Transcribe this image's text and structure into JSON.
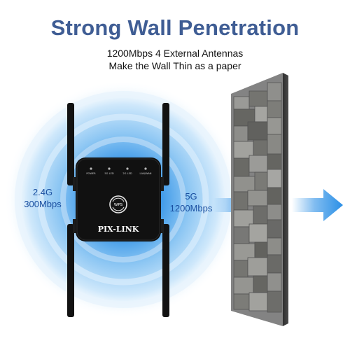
{
  "title": "Strong Wall Penetration",
  "subtitle": {
    "line1": "1200Mbps 4 External Antennas",
    "line2": "Make the Wall Thin as a paper"
  },
  "bands": {
    "left": {
      "name": "2.4G",
      "speed": "300Mbps"
    },
    "right": {
      "name": "5G",
      "speed": "1200Mbps"
    }
  },
  "device": {
    "brand": "PIX-LINK",
    "button": "WPS",
    "leds": [
      "POWER",
      "5G LED",
      "2G LED",
      "LAN/WAN"
    ]
  },
  "colors": {
    "title": "#3f5d94",
    "band_text": "#1a4fa0",
    "arrow": "#2a8fe6",
    "device_body": "#111111"
  }
}
